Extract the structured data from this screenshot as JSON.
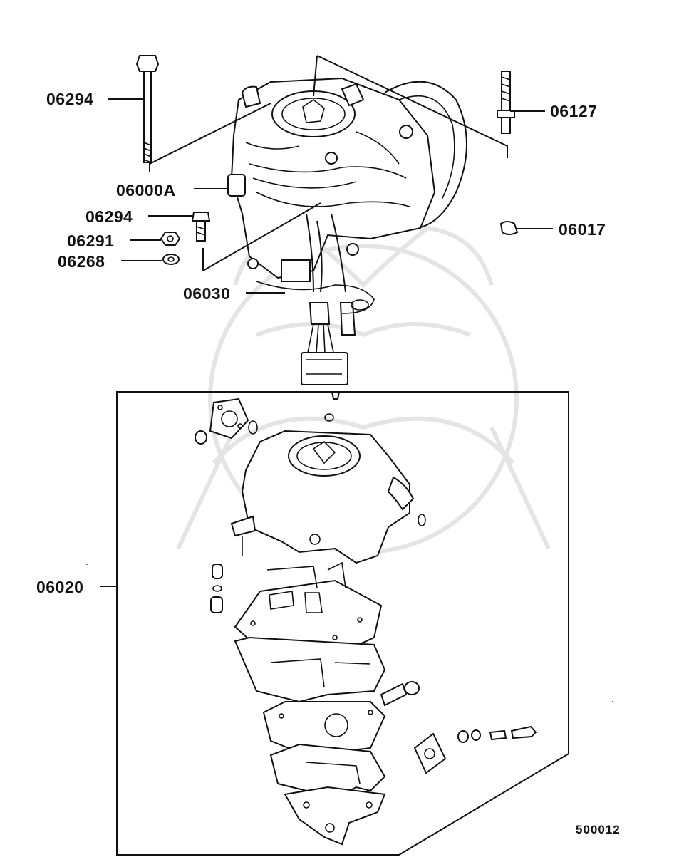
{
  "diagram": {
    "drawing_code": "500012",
    "callouts": {
      "bolt_left": "06294",
      "stud": "06127",
      "carb_assy": "06000A",
      "bolt_small": "06294",
      "plug": "06017",
      "nut": "06291",
      "washer": "06268",
      "harness": "06030",
      "gasket_kit": "06020"
    }
  }
}
